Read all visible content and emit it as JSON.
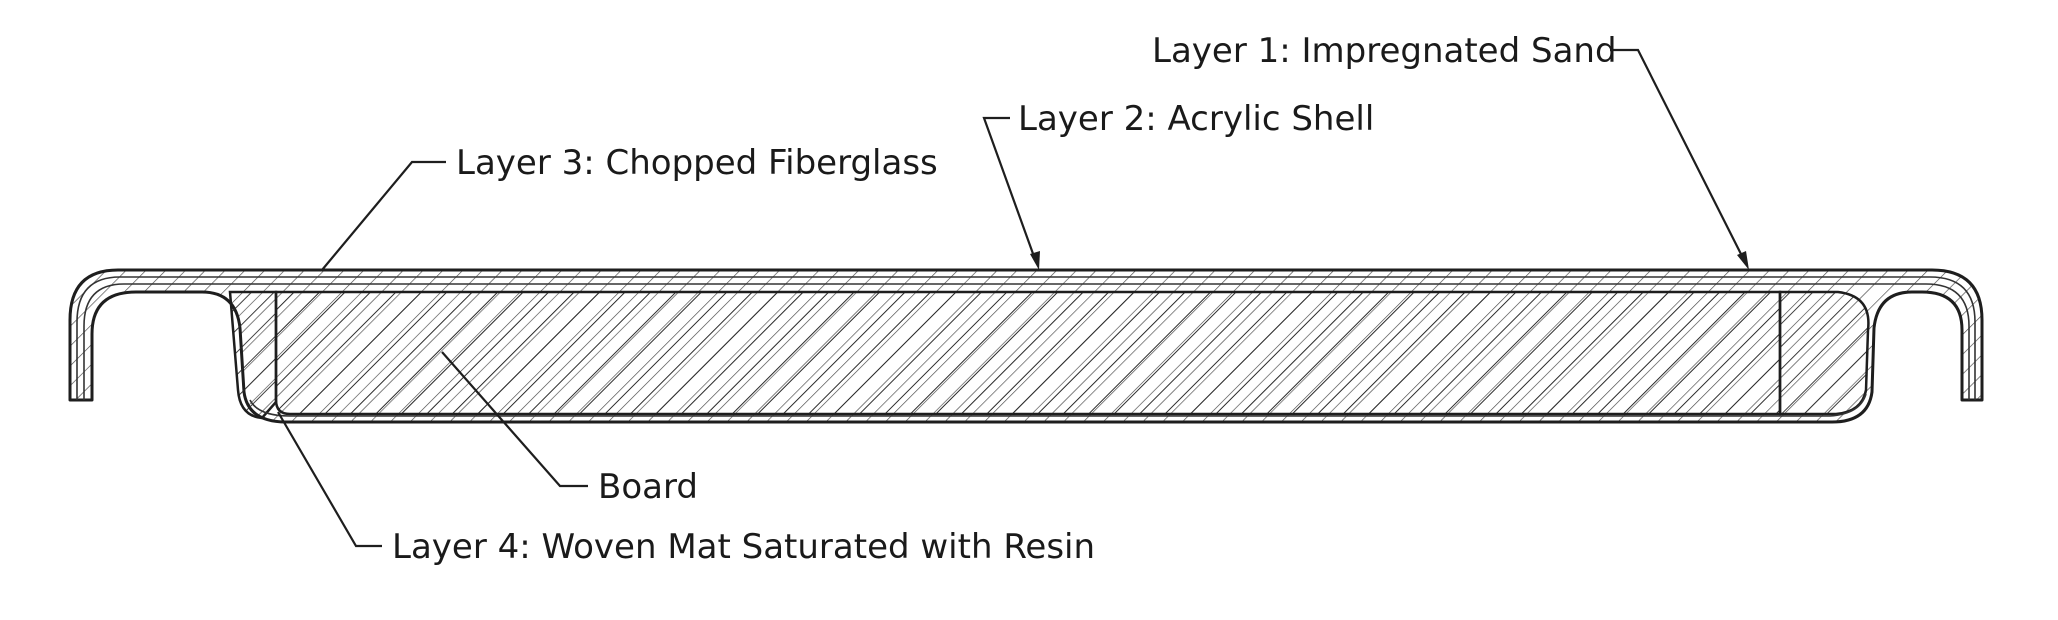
{
  "labels": {
    "layer1": "Layer 1: Impregnated Sand",
    "layer2": "Layer 2: Acrylic Shell",
    "layer3": "Layer 3: Chopped Fiberglass",
    "board": "Board",
    "layer4": "Layer 4: Woven Mat Saturated with Resin"
  },
  "colors": {
    "line": "#1e1e1e",
    "background": "#ffffff"
  }
}
